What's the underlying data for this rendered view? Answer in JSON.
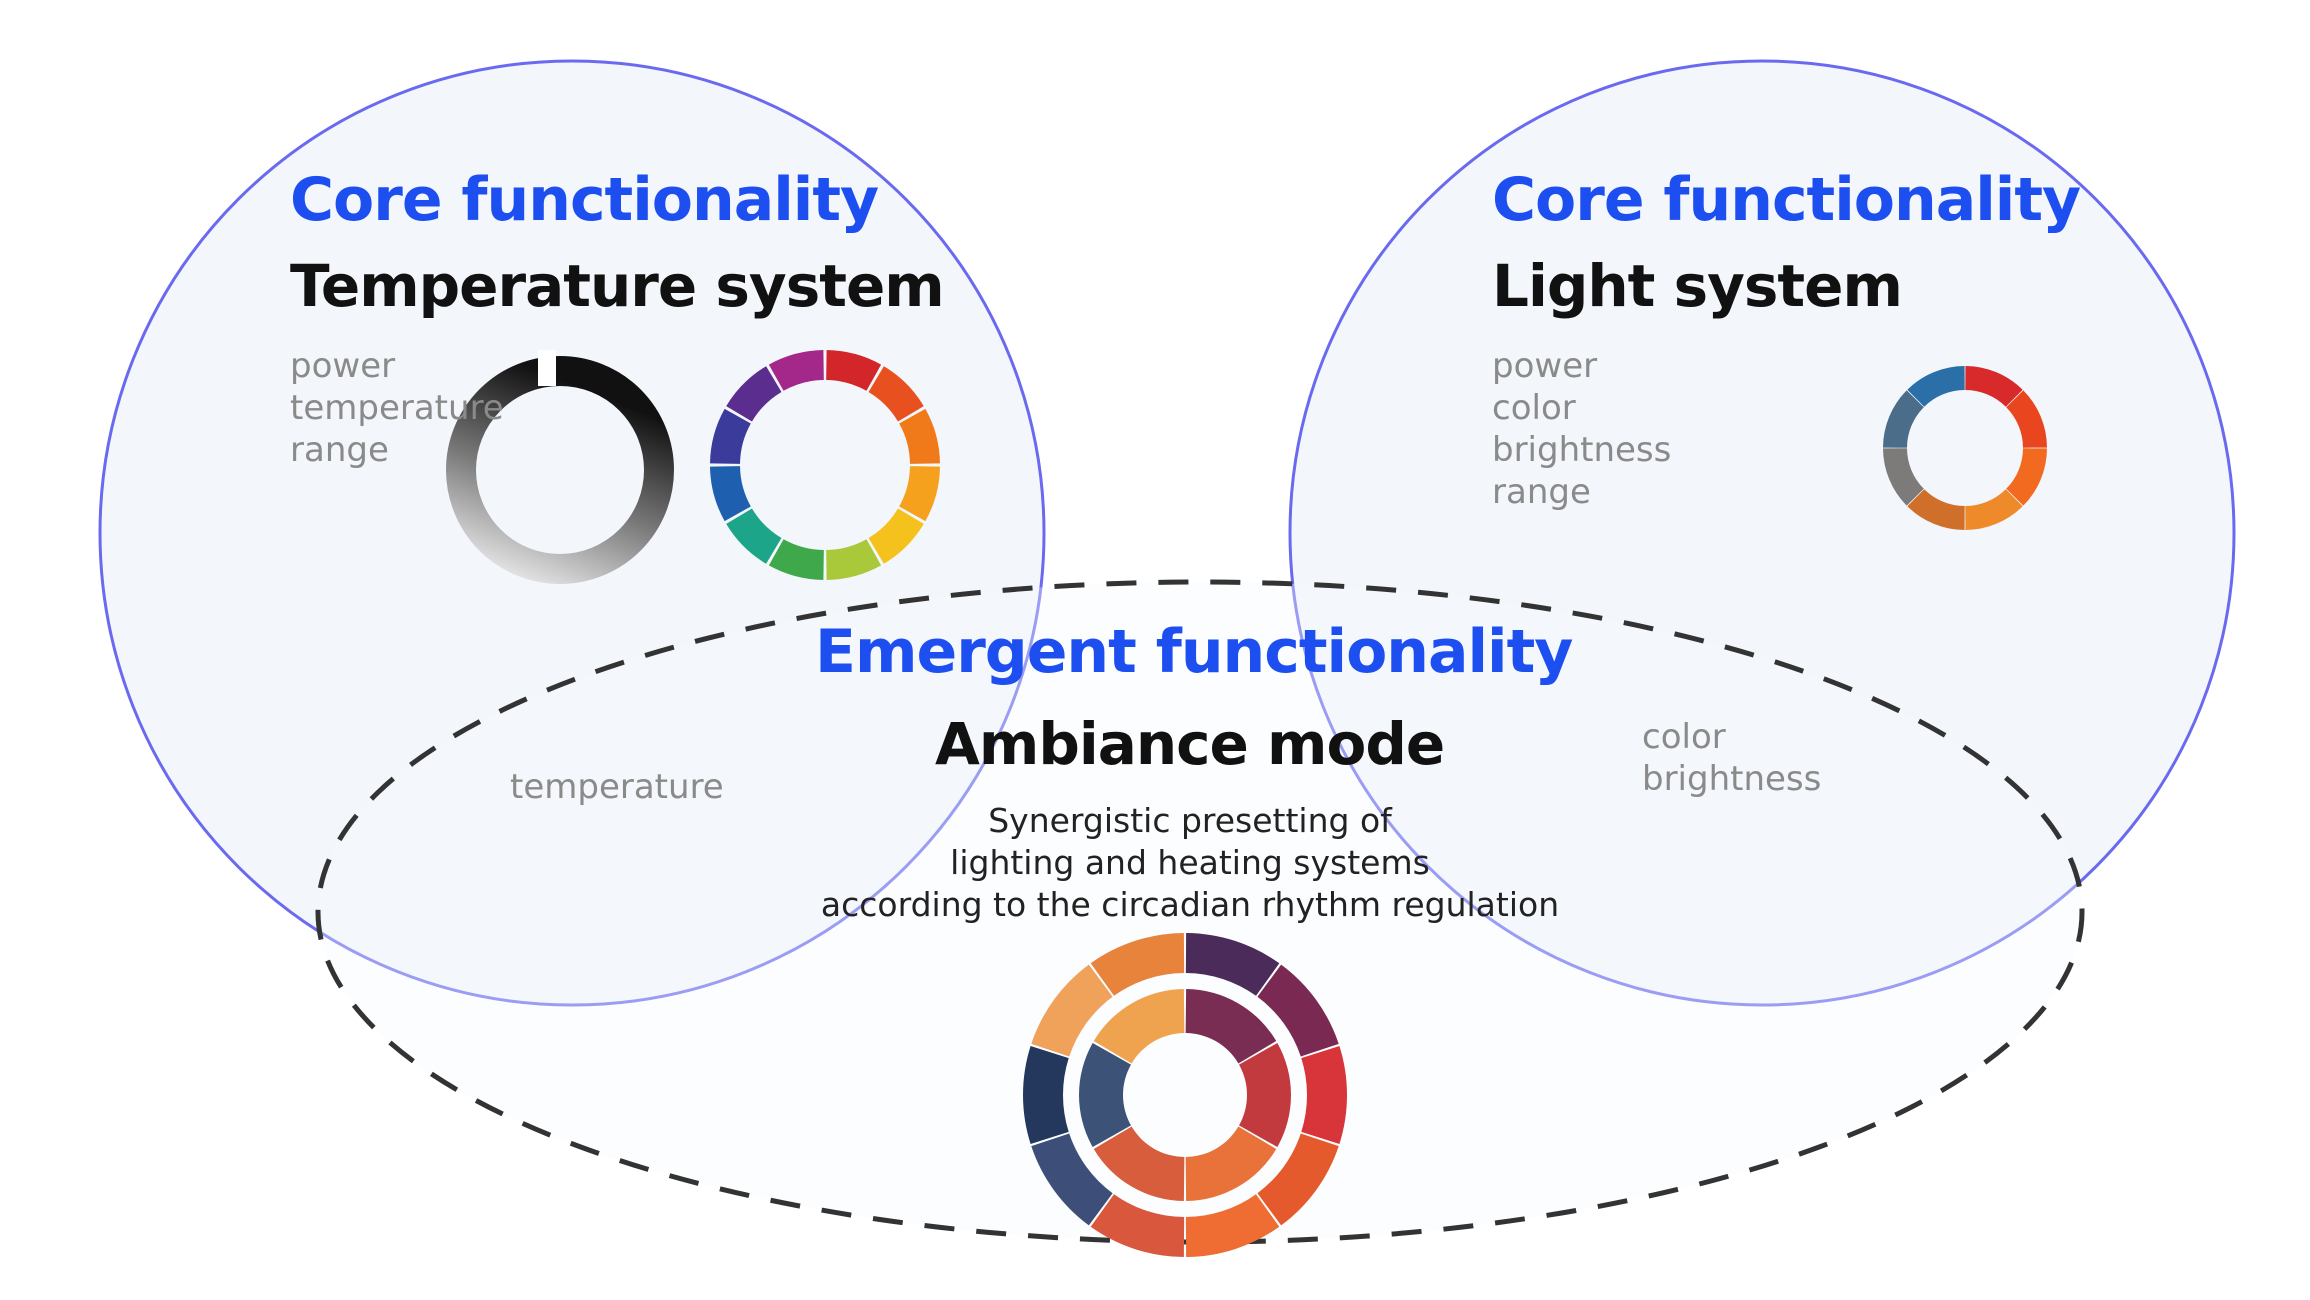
{
  "colors": {
    "accent_blue": "#1c4ef0",
    "circle_stroke": "#6a6af0",
    "circle_fill": "#f1f4fa",
    "dashed_stroke": "#333333",
    "label_gray": "#8a8a8a"
  },
  "left_circle": {
    "overline": "Core functionality",
    "title": "Temperature system",
    "features": [
      "power",
      "temperature",
      "range"
    ]
  },
  "right_circle": {
    "overline": "Core functionality",
    "title": "Light system",
    "features": [
      "power",
      "color",
      "brightness",
      "range"
    ]
  },
  "center": {
    "overline": "Emergent functionality",
    "title": "Ambiance mode",
    "description": [
      "Synergistic presetting of",
      "lighting and heating systems",
      "according to the circadian rhythm regulation"
    ],
    "left_label": "temperature",
    "right_labels": [
      "color",
      "brightness"
    ]
  },
  "icons": {
    "temperature_dial": "grayscale-ring-icon",
    "color_wheel": "color-wheel-icon",
    "light_dial": "light-temperature-dial-icon",
    "ambiance_wheel": "ambiance-wheel-icon"
  }
}
